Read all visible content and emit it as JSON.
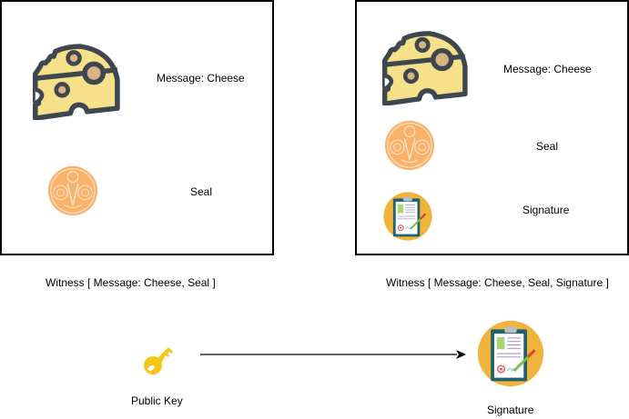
{
  "left_panel": {
    "items": [
      {
        "icon": "cheese-icon",
        "label": "Message: Cheese"
      },
      {
        "icon": "seal-icon",
        "label": "Seal"
      }
    ],
    "caption": "Witness [ Message: Cheese, Seal ]"
  },
  "right_panel": {
    "items": [
      {
        "icon": "cheese-icon",
        "label": "Message: Cheese"
      },
      {
        "icon": "seal-icon",
        "label": "Seal"
      },
      {
        "icon": "signature-icon",
        "label": "Signature"
      }
    ],
    "caption": "Witness [ Message: Cheese, Seal, Signature ]"
  },
  "bottom": {
    "source": {
      "icon": "key-icon",
      "label": "Public Key"
    },
    "target": {
      "icon": "signature-icon",
      "label": "Signature"
    }
  },
  "colors": {
    "cheese_fill": "#f6e08a",
    "cheese_outline": "#3e474f",
    "cheese_hole": "#d8b483",
    "seal": "#f9a95a",
    "key": "#f5c518",
    "clipboard_circle": "#f0b43c",
    "clipboard_board": "#1f6170"
  }
}
